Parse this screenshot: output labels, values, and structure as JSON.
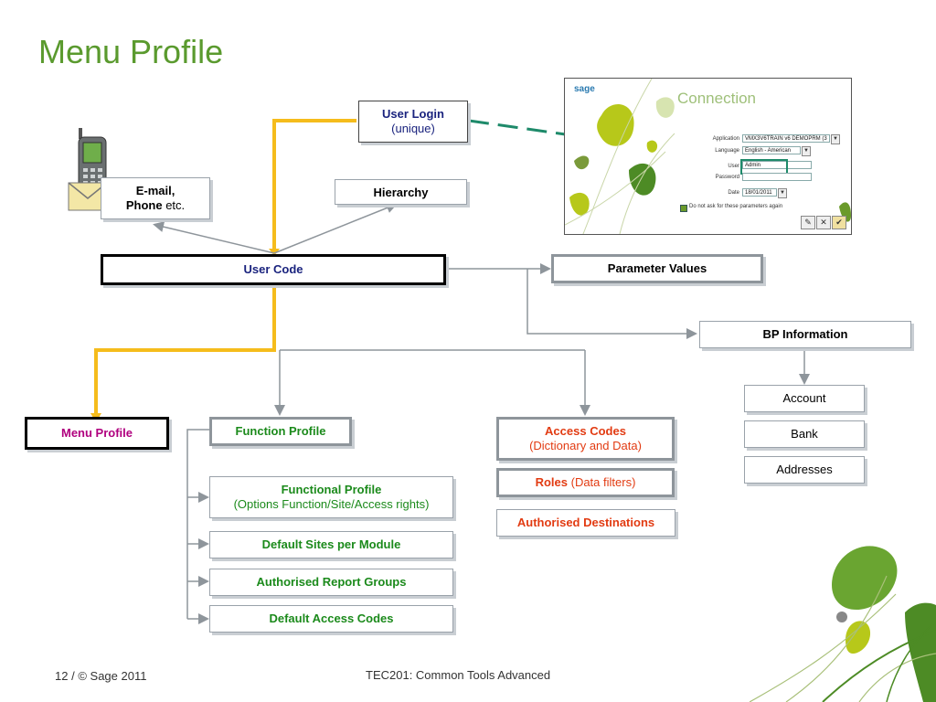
{
  "title": "Menu Profile",
  "nodes": {
    "user_login": {
      "line1": "User Login",
      "line2": "(unique)"
    },
    "email_phone": {
      "email": "E-mail,",
      "phone": "Phone",
      "etc": " etc."
    },
    "hierarchy": "Hierarchy",
    "user_code": "User Code",
    "parameter_values": "Parameter Values",
    "bp_information": "BP Information",
    "account": "Account",
    "bank": "Bank",
    "addresses": "Addresses",
    "menu_profile": "Menu Profile",
    "function_profile": "Function Profile",
    "access_codes": {
      "line1": "Access Codes",
      "line2": "(Dictionary and Data)"
    },
    "roles": {
      "bold": "Roles",
      "rest": " (Data filters)"
    },
    "authorised_destinations": "Authorised Destinations",
    "functional_profile": {
      "line1": "Functional Profile",
      "line2": "(Options Function/Site/Access rights)"
    },
    "default_sites": "Default Sites per Module",
    "report_groups": "Authorised Report Groups",
    "default_access_codes": "Default Access Codes"
  },
  "screenshot": {
    "brand": "sage",
    "heading": "Connection",
    "application_label": "Application",
    "application_value": "VMX3V6TRAIN v6 DEMOPRM (3",
    "language_label": "Language",
    "language_value": "English - American",
    "user_label": "User",
    "user_value": "Admin",
    "password_label": "Password",
    "password_value": "",
    "date_label": "Date",
    "date_value": "18/01/2011",
    "checkbox_label": "Do not ask for these parameters again"
  },
  "footer": {
    "page": "12",
    "separator": "/",
    "copyright": "© Sage 2011",
    "course": "TEC201: Common Tools Advanced"
  },
  "colors": {
    "title": "#5a9a2e",
    "yellow_path": "#f5bc1c",
    "teal_dash": "#1e8a6a",
    "connector": "#8e959b"
  }
}
